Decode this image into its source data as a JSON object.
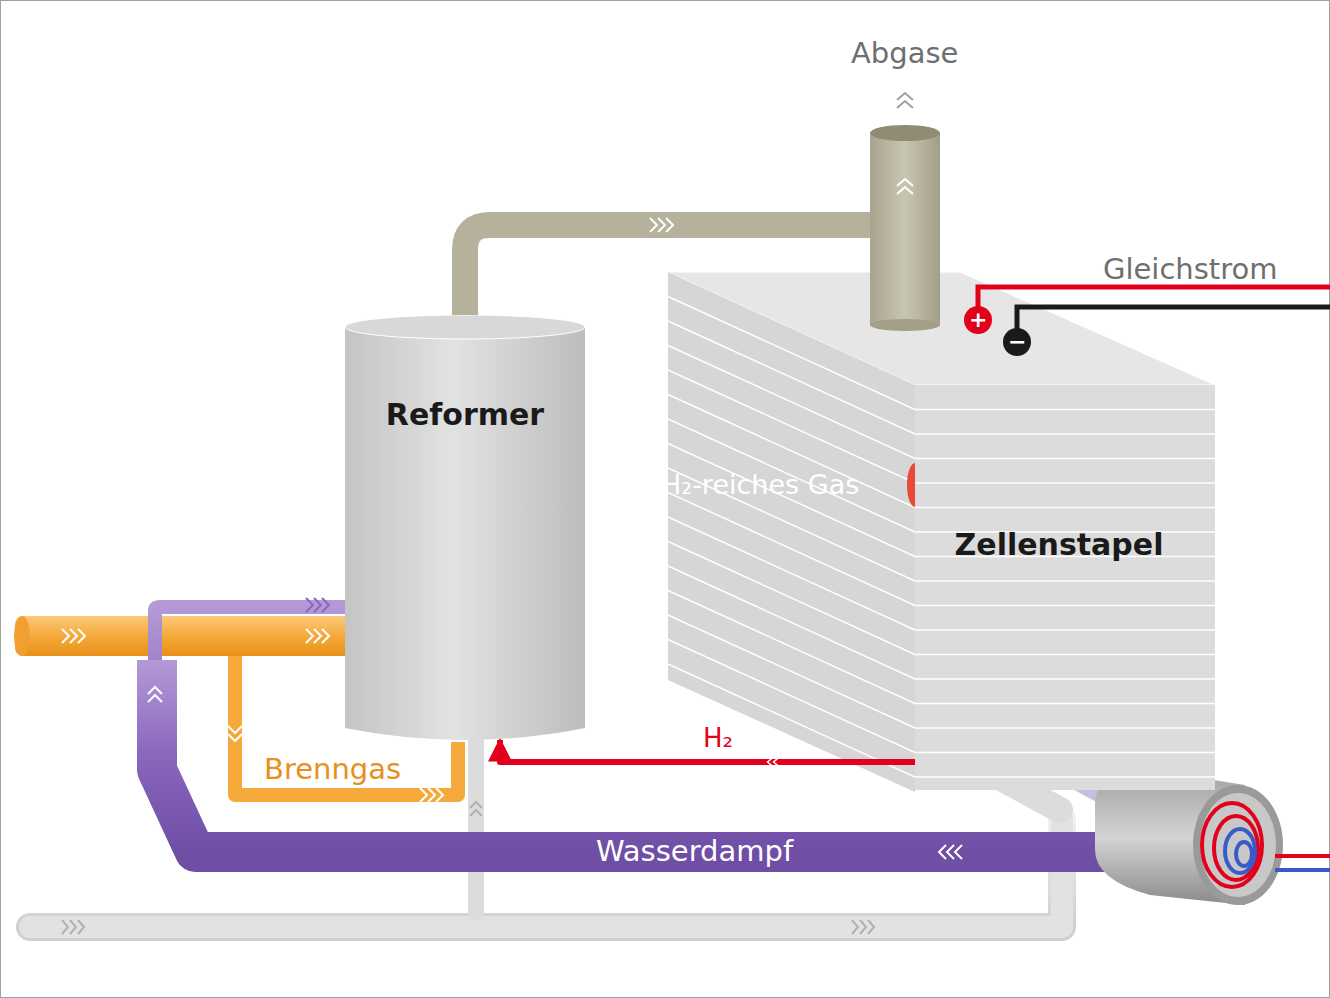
{
  "diagram": {
    "nodes": [
      {
        "text": [
          "Reformer"
        ]
      },
      {
        "text": [
          "Zellenstapel"
        ]
      }
    ],
    "edges": [
      {
        "from": 0,
        "to": 1,
        "arrow": "none",
        "label": "H₂-reiches Gas"
      },
      {
        "from": 1,
        "to": 0,
        "arrow": "to",
        "label": "H₂"
      }
    ],
    "labels": [
      "Abgase",
      "Gleichstrom",
      "+",
      "−",
      "Brenngas",
      "Wasserdampf"
    ]
  }
}
